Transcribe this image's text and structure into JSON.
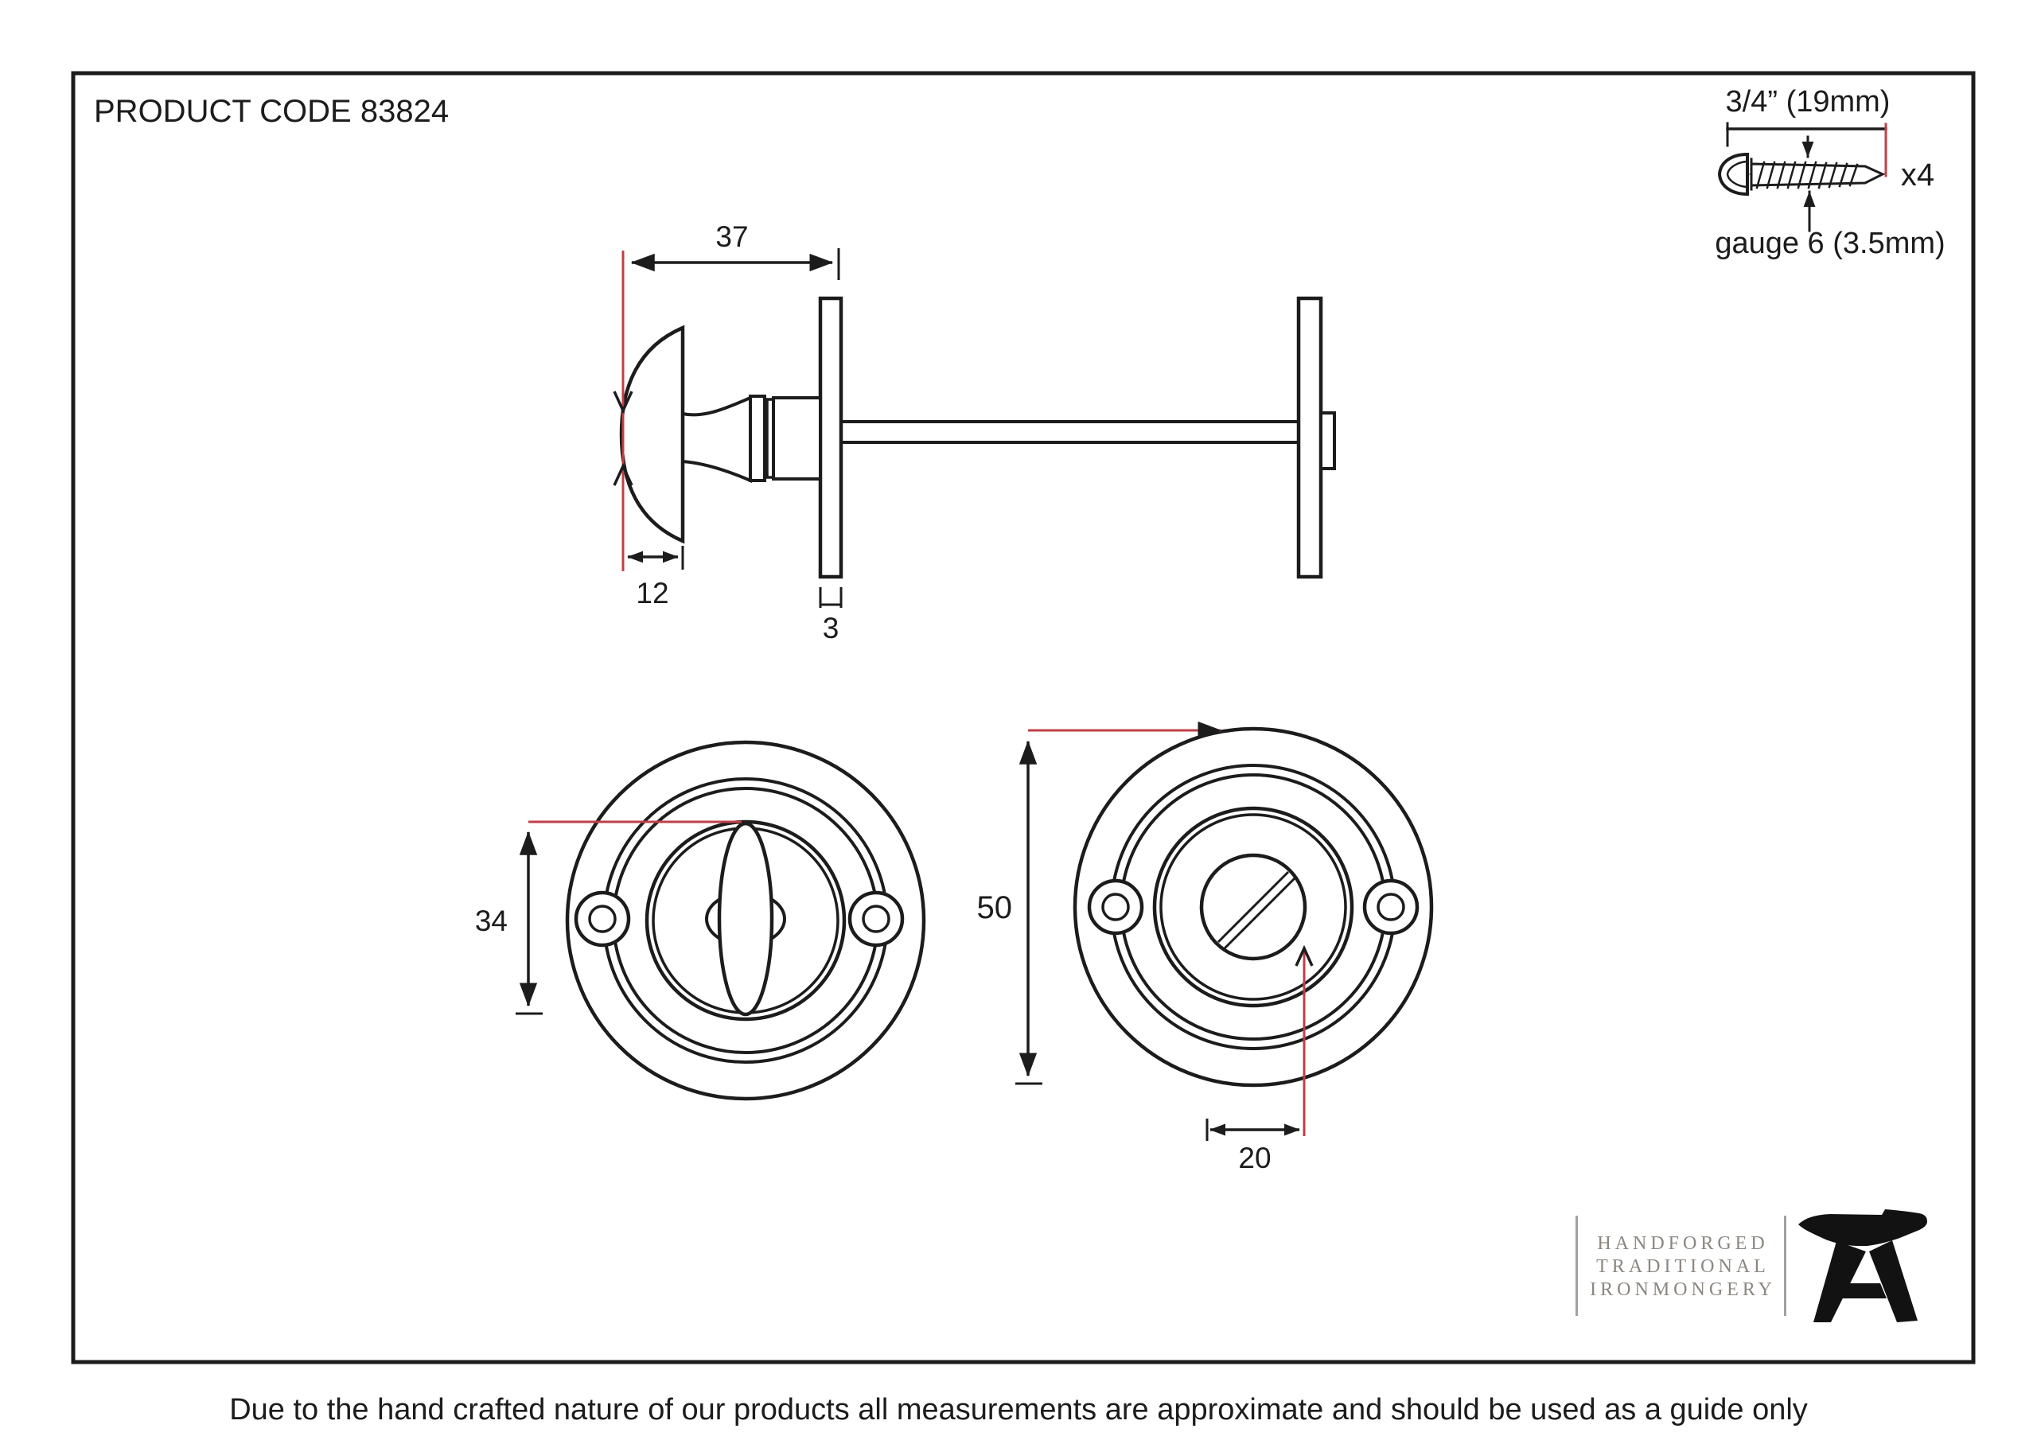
{
  "title": {
    "product_code": "PRODUCT CODE 83824"
  },
  "footer": {
    "disclaimer": "Due to the hand crafted nature of our products all measurements are approximate and should be used as a guide only"
  },
  "screw_kit": {
    "length": "3/4” (19mm)",
    "quantity": "x4",
    "gauge": "gauge 6 (3.5mm)"
  },
  "dims": {
    "projection": "37",
    "knob_depth": "12",
    "rose_thickness": "3",
    "turn_length": "34",
    "rose_diameter": "50",
    "boss_diameter": "20"
  },
  "logo": {
    "line1": "HANDFORGED",
    "line2": "TRADITIONAL",
    "line3": "IRONMONGERY"
  },
  "colors": {
    "ink": "#1c1c1c",
    "dimension_red": "#bf4047",
    "logo_text": "#8b8680",
    "logo_mark": "#121212"
  }
}
